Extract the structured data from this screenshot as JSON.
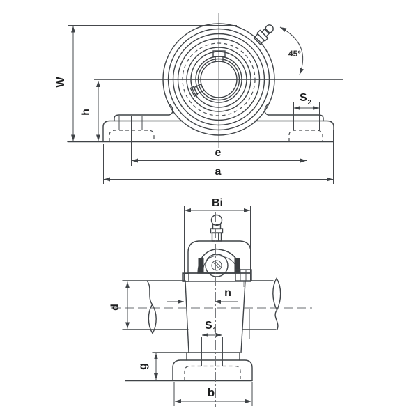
{
  "diagram": {
    "front_view": {
      "dim_w": "W",
      "dim_h": "h",
      "dim_e": "e",
      "dim_a": "a",
      "dim_s2_base": "S",
      "dim_s2_sub": "2",
      "angle_label": "45°"
    },
    "side_view": {
      "dim_bi": "Bi",
      "dim_n": "n",
      "dim_d": "d",
      "dim_s1_base": "S",
      "dim_s1_sub": "1",
      "dim_g": "g",
      "dim_b": "b"
    },
    "colors": {
      "line": "#3f4347",
      "dim_line": "#45484c",
      "section_fill": "#d4d6d8",
      "bore_fill": "#d9dbdc",
      "seal_fill": "#3a3d40",
      "background": "#ffffff"
    }
  }
}
